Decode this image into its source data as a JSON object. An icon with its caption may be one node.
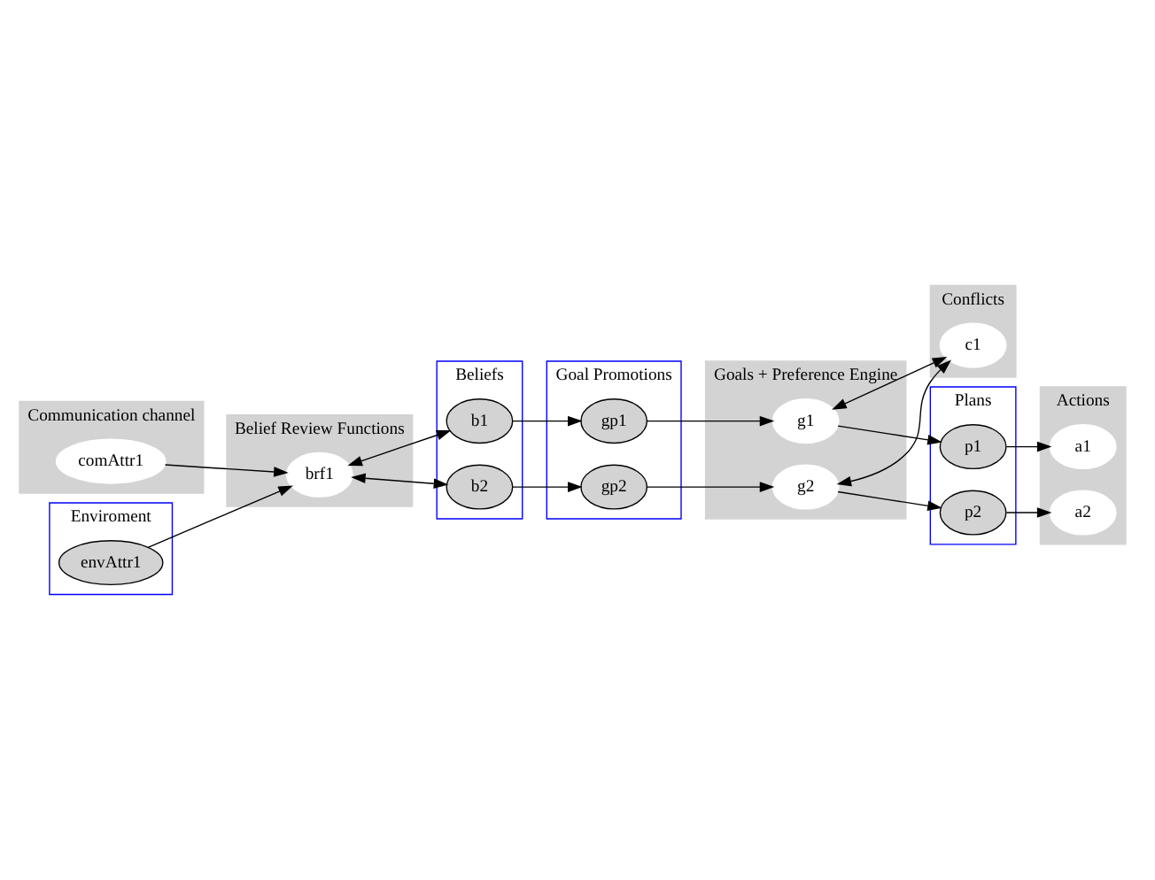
{
  "diagram": {
    "nodes": [
      {
        "text": [
          "Communication channel"
        ]
      },
      {
        "text": [
          "comAttr1"
        ],
        "in": 0
      },
      {
        "text": [
          "Enviroment"
        ]
      },
      {
        "text": [
          "envAttr1"
        ],
        "in": 2
      },
      {
        "text": [
          "Belief Review Functions"
        ]
      },
      {
        "text": [
          "brf1"
        ],
        "in": 4
      },
      {
        "text": [
          "Beliefs"
        ]
      },
      {
        "text": [
          "b1"
        ],
        "in": 6
      },
      {
        "text": [
          "b2"
        ],
        "in": 6
      },
      {
        "text": [
          "Goal Promotions"
        ]
      },
      {
        "text": [
          "gp1"
        ],
        "in": 9
      },
      {
        "text": [
          "gp2"
        ],
        "in": 9
      },
      {
        "text": [
          "Goals + Preference Engine"
        ]
      },
      {
        "text": [
          "g1"
        ],
        "in": 12
      },
      {
        "text": [
          "g2"
        ],
        "in": 12
      },
      {
        "text": [
          "Conflicts"
        ]
      },
      {
        "text": [
          "c1"
        ],
        "in": 15
      },
      {
        "text": [
          "Plans"
        ]
      },
      {
        "text": [
          "p1"
        ],
        "in": 17
      },
      {
        "text": [
          "p2"
        ],
        "in": 17
      },
      {
        "text": [
          "Actions"
        ]
      },
      {
        "text": [
          "a1"
        ],
        "in": 20
      },
      {
        "text": [
          "a2"
        ],
        "in": 20
      }
    ],
    "edges": [
      {
        "from": 1,
        "to": 5,
        "arrow": "to"
      },
      {
        "from": 3,
        "to": 5,
        "arrow": "to"
      },
      {
        "from": 5,
        "to": 7,
        "arrow": "both"
      },
      {
        "from": 5,
        "to": 8,
        "arrow": "both"
      },
      {
        "from": 7,
        "to": 10,
        "arrow": "to"
      },
      {
        "from": 8,
        "to": 11,
        "arrow": "to"
      },
      {
        "from": 10,
        "to": 13,
        "arrow": "to"
      },
      {
        "from": 11,
        "to": 14,
        "arrow": "to"
      },
      {
        "from": 13,
        "to": 16,
        "arrow": "both"
      },
      {
        "from": 14,
        "to": 16,
        "arrow": "both"
      },
      {
        "from": 13,
        "to": 18,
        "arrow": "to"
      },
      {
        "from": 14,
        "to": 19,
        "arrow": "to"
      },
      {
        "from": 18,
        "to": 21,
        "arrow": "to"
      },
      {
        "from": 19,
        "to": 22,
        "arrow": "to"
      }
    ]
  }
}
